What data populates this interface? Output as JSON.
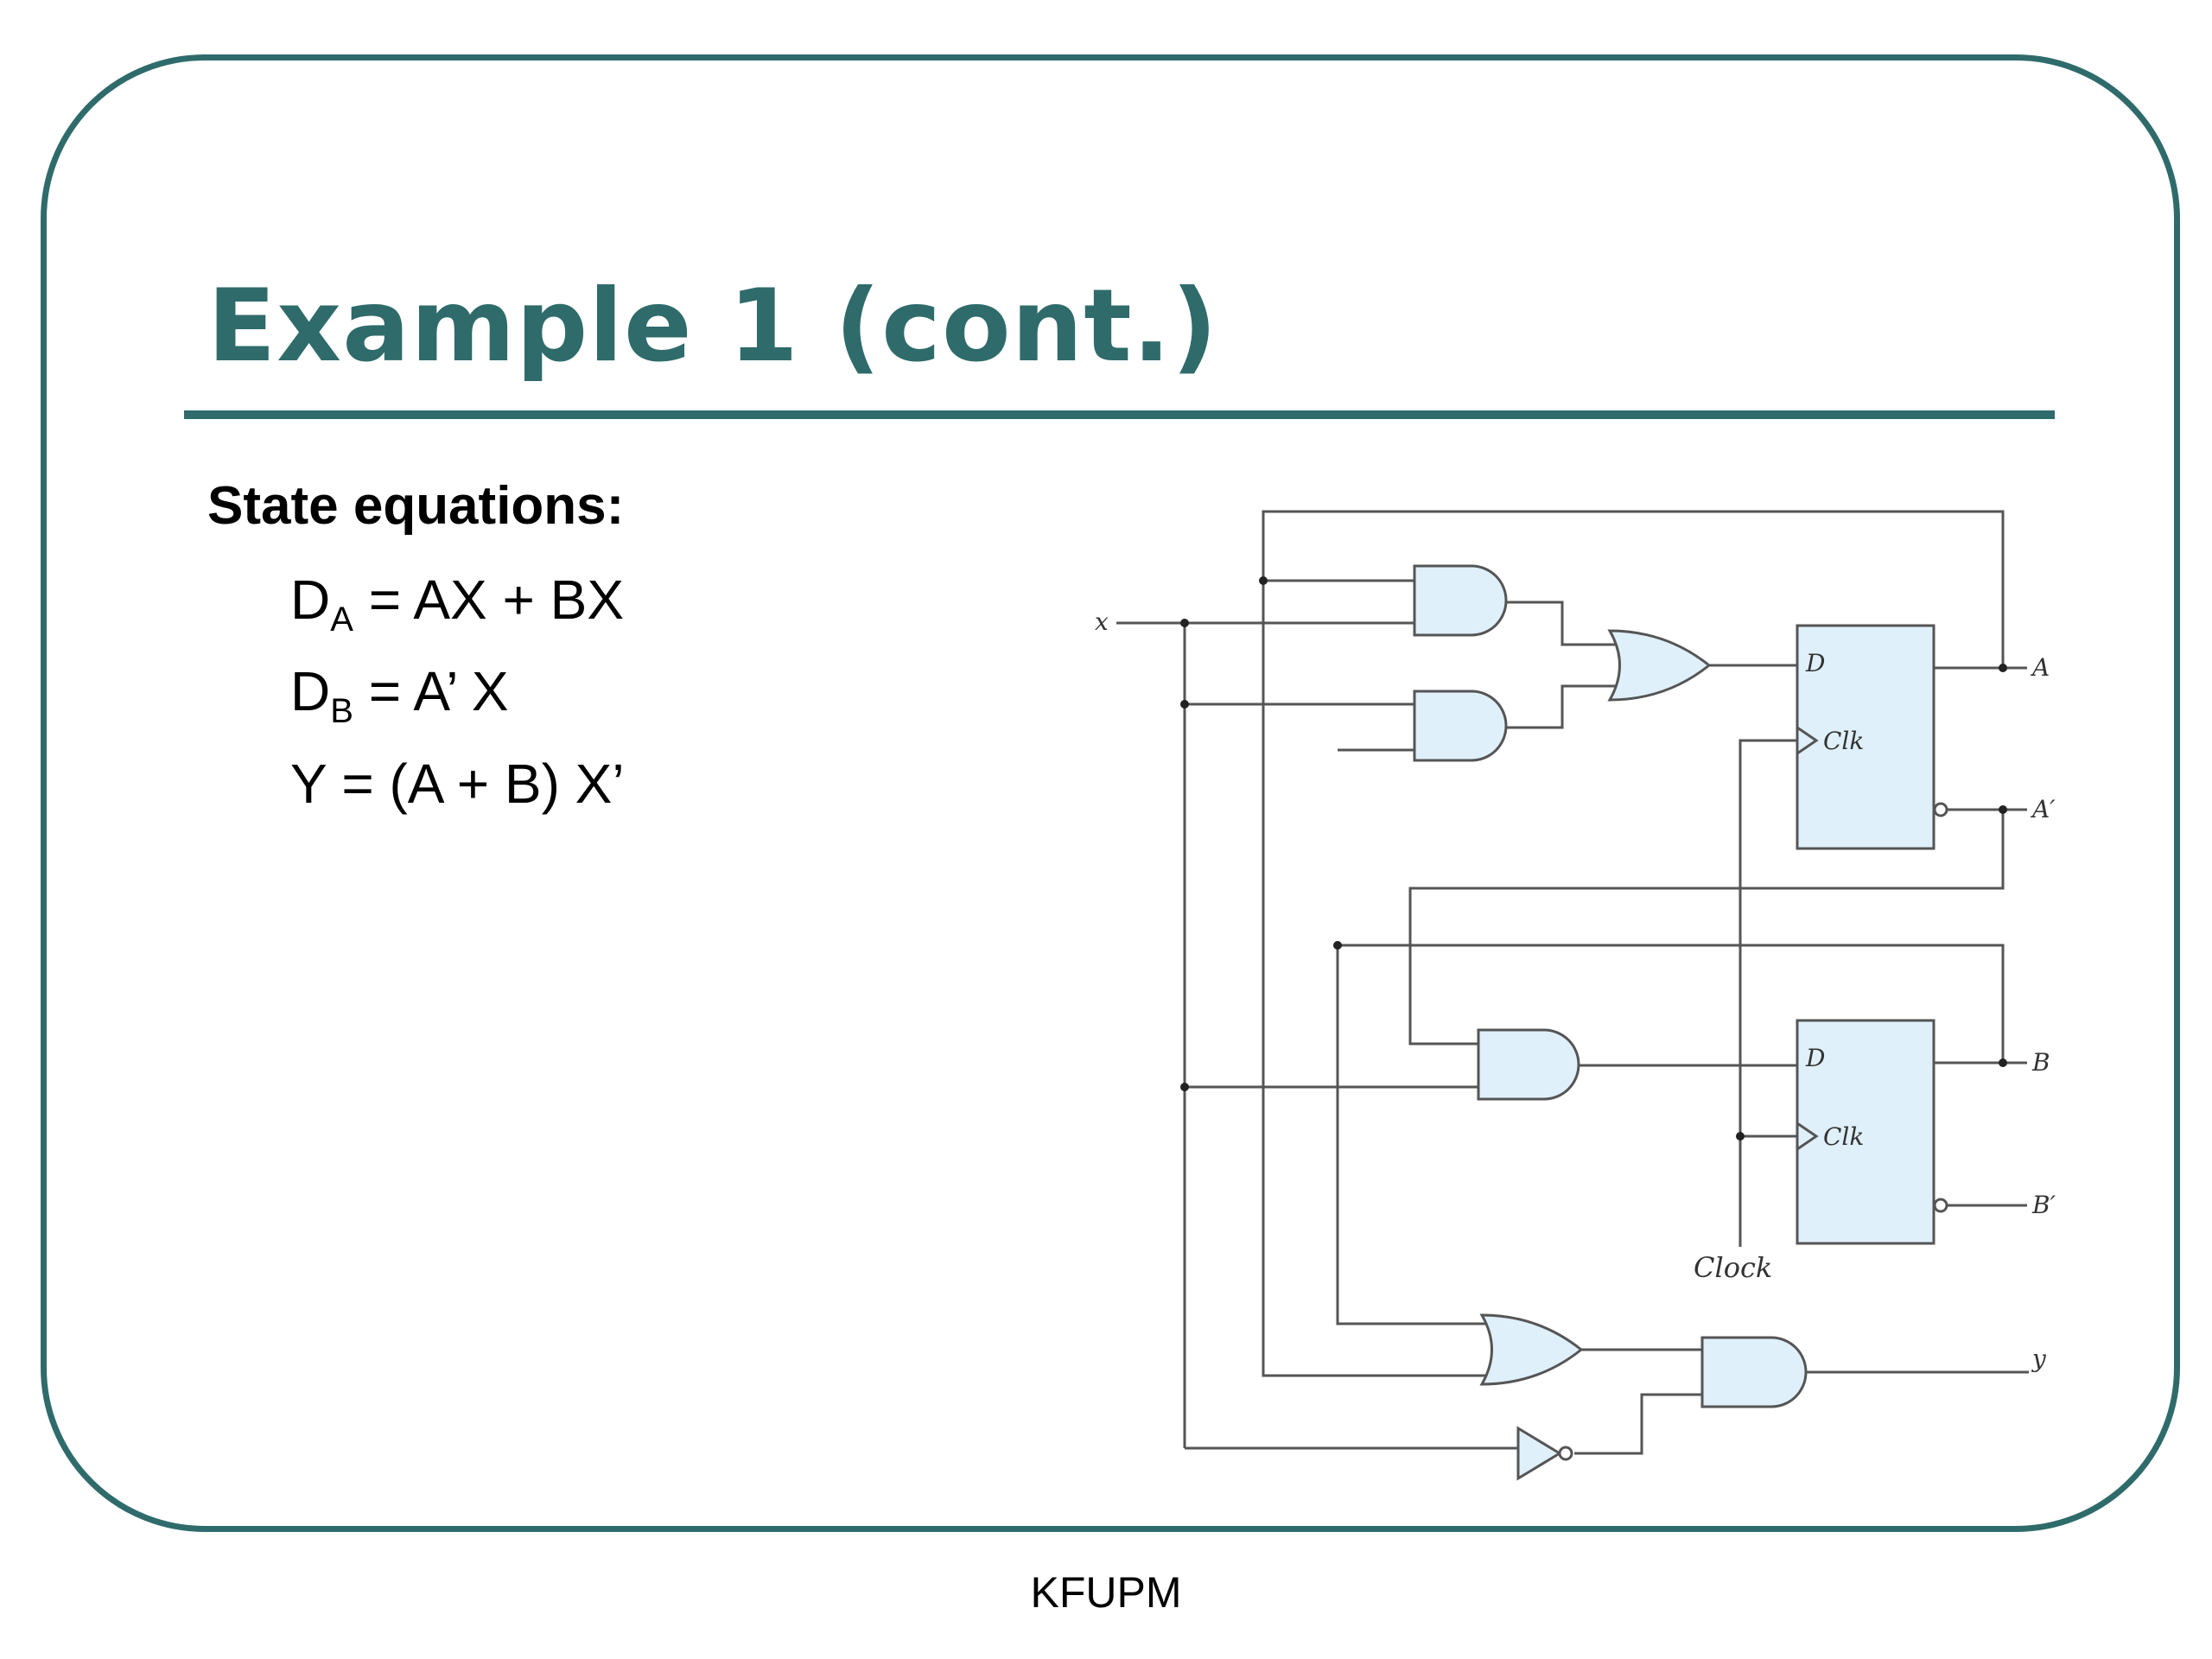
{
  "slide": {
    "title": "Example 1 (cont.)",
    "heading": "State equations:",
    "equations": [
      {
        "lhs_main": "D",
        "lhs_sub": "A",
        "rhs": " = AX + BX"
      },
      {
        "lhs_main": "D",
        "lhs_sub": "B",
        "rhs": " = A’ X"
      },
      {
        "full": "Y = (A + B) X’"
      }
    ],
    "footer": "KFUPM"
  },
  "circuit": {
    "input_label": "x",
    "output_labels": {
      "a": "A",
      "a_not": "A′",
      "b": "B",
      "b_not": "B′",
      "y": "y"
    },
    "ff_labels": {
      "d": "D",
      "clk": "Clk"
    },
    "clock_label": "Clock",
    "colors": {
      "gate_fill": "#dff0fa",
      "wire": "#555555",
      "accent": "#2f6b6b"
    }
  }
}
